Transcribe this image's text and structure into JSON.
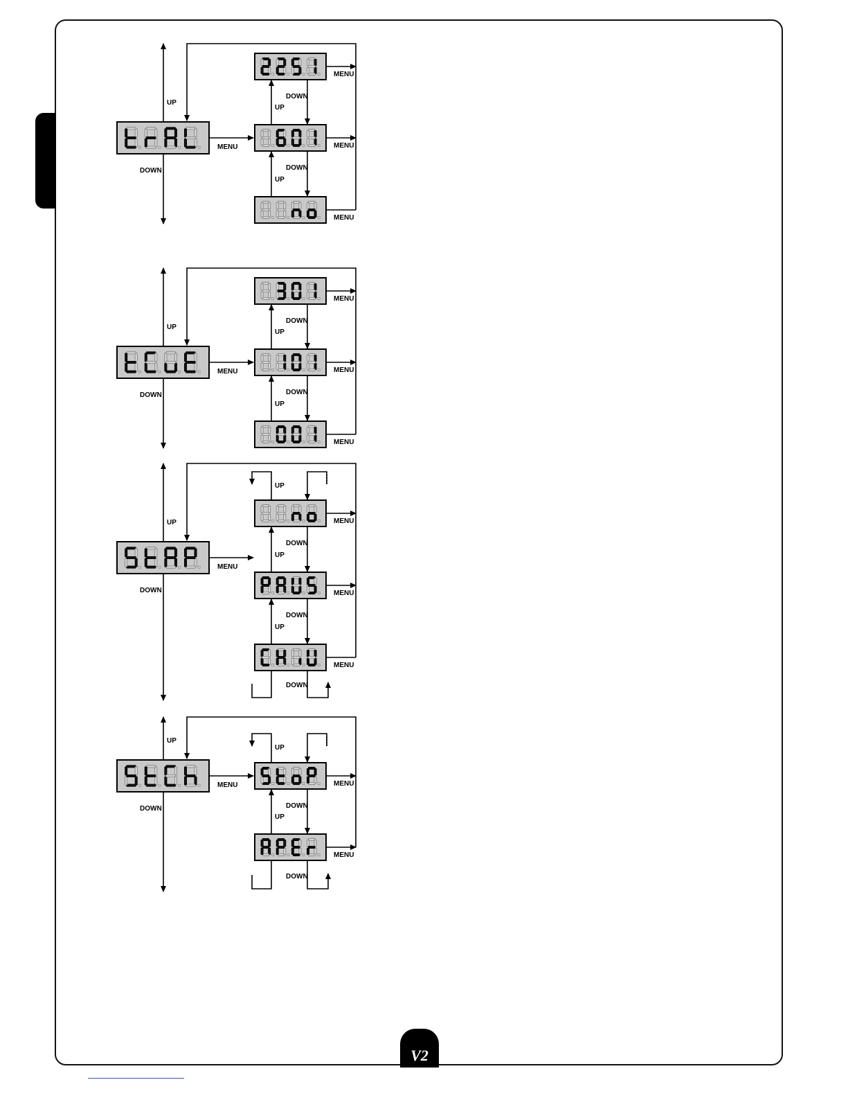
{
  "footer": {
    "logo": "V2"
  },
  "labels": {
    "up": "UP",
    "down": "DOWN",
    "menu": "MENU"
  },
  "diagrams": [
    {
      "main": [
        "t",
        "r",
        "A",
        "L"
      ],
      "options": [
        [
          "2",
          "2",
          "5",
          "1"
        ],
        [
          "",
          "6",
          "0",
          "1"
        ],
        [
          "",
          "",
          "n",
          "o"
        ]
      ],
      "wrap": false
    },
    {
      "main": [
        "t",
        "C",
        "u",
        "E"
      ],
      "options": [
        [
          "",
          "3",
          "0",
          "1"
        ],
        [
          "",
          "1",
          "0",
          "1"
        ],
        [
          "",
          "0",
          "0",
          "1"
        ]
      ],
      "wrap": false
    },
    {
      "main": [
        "S",
        "t",
        "A",
        "P"
      ],
      "options": [
        [
          "",
          "",
          "n",
          "o"
        ],
        [
          "P",
          "A",
          "U",
          "S"
        ],
        [
          "C",
          "H",
          "i",
          "U"
        ]
      ],
      "wrap": true
    },
    {
      "main": [
        "S",
        "t",
        "C",
        "h"
      ],
      "options": [
        [
          "S",
          "t",
          "o",
          "P"
        ],
        [
          "A",
          "P",
          "E",
          "r"
        ]
      ],
      "wrap": true
    }
  ]
}
